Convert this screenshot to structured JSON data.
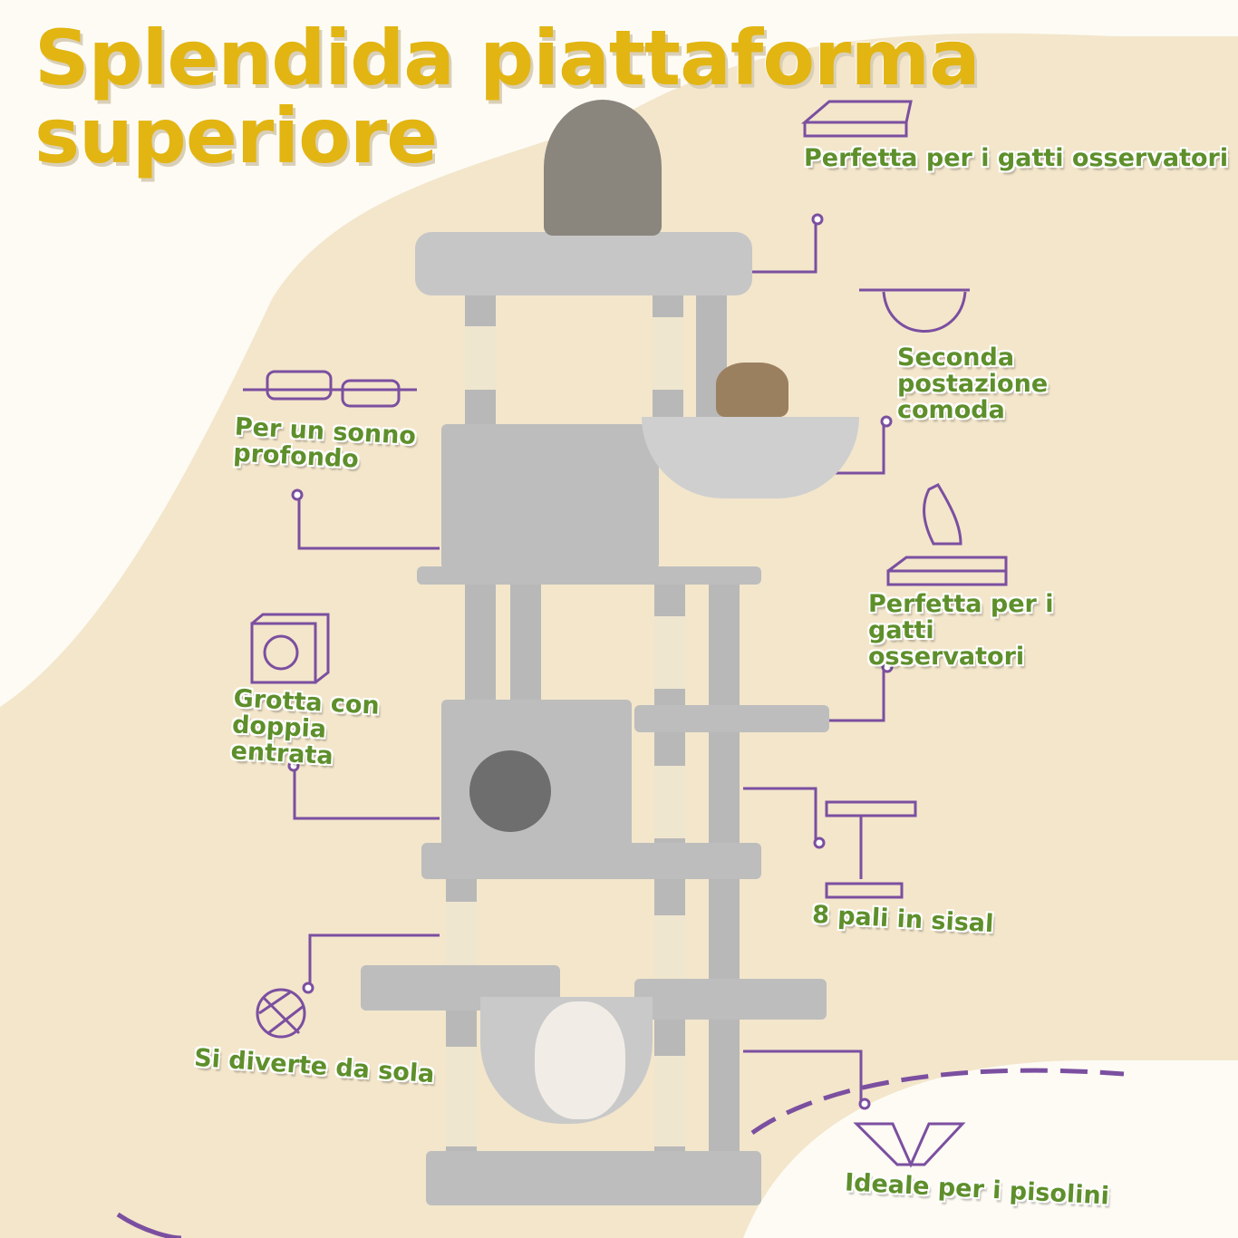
{
  "title": {
    "line1": "Splendida piattaforma",
    "line2": "superiore"
  },
  "colors": {
    "title": "#e2b512",
    "label": "#5e8f2b",
    "line": "#7b4fa0",
    "blob": "#f3e6cb"
  },
  "features": [
    {
      "icon": "platform-icon",
      "text": "Perfetta per i gatti osservatori"
    },
    {
      "icon": "basket-icon",
      "text": "Seconda postazione comoda"
    },
    {
      "icon": "train-icon",
      "text": "Per un sonno profondo"
    },
    {
      "icon": "cat-on-platform-icon",
      "text": "Perfetta per i gatti osservatori"
    },
    {
      "icon": "cube-cave-icon",
      "text": "Grotta con doppia entrata"
    },
    {
      "icon": "sisal-post-icon",
      "text": "8 pali in sisal"
    },
    {
      "icon": "yarn-ball-icon",
      "text": "Si diverte da sola"
    },
    {
      "icon": "hammock-icon",
      "text": "Ideale per i pisolini"
    }
  ]
}
